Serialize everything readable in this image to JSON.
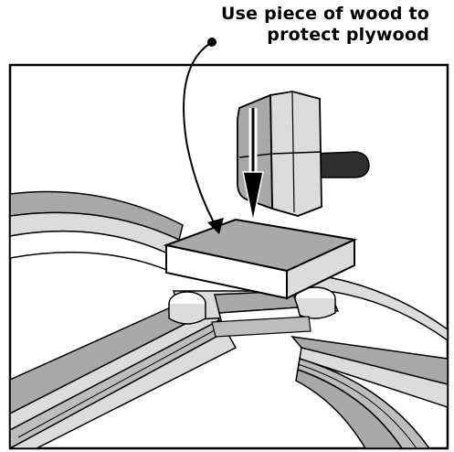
{
  "callout": {
    "line1": "Use piece of wood to",
    "line2": "protect plywood"
  },
  "illustration": {
    "subject": "hammer striking a wood block placed over a plywood joint key",
    "icons": [
      "hammer-icon",
      "wood-block-icon",
      "plywood-key-icon",
      "strike-arrow-icon"
    ]
  },
  "colors": {
    "outline": "#000000",
    "face_gray": "#a9a9a9",
    "light_gray": "#dcdcdc",
    "mid_gray": "#bdbdbd",
    "dark_gray": "#7a7a7a",
    "handle": "#2e2e2e",
    "background": "#ffffff"
  }
}
